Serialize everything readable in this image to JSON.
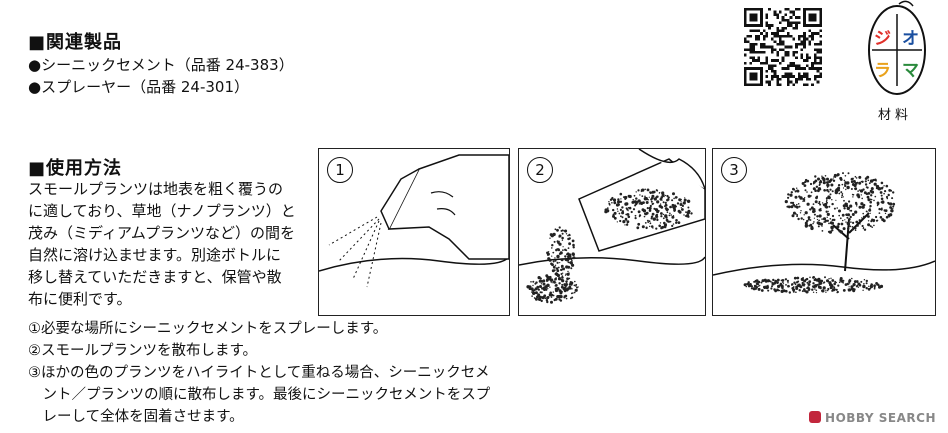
{
  "related": {
    "heading": "■関連製品",
    "items": [
      "●シーニックセメント（品番 24-383）",
      "●スプレーヤー（品番 24-301）"
    ]
  },
  "usage": {
    "heading": "■使用方法",
    "description": [
      "スモールプランツは地表を粗く覆うの",
      "に適しており、草地（ナノプランツ）と",
      "茂み（ミディアムプランツなど）の間を",
      "自然に溶け込ませます。別途ボトルに",
      "移し替えていただきますと、保管や散",
      "布に便利です。"
    ],
    "steps": [
      "①必要な場所にシーニックセメントをスプレーします。",
      "②スモールプランツを散布します。",
      "③ほかの色のプランツをハイライトとして重ねる場合、シーニックセメ",
      "　ント／プランツの順に散布します。最後にシーニックセメントをスプ",
      "　レーして全体を固着させます。"
    ]
  },
  "panels": [
    {
      "number": "1",
      "icon": "spray-bottle-illustration"
    },
    {
      "number": "2",
      "icon": "pouring-plants-illustration"
    },
    {
      "number": "3",
      "icon": "tree-with-plants-illustration"
    }
  ],
  "logo": {
    "characters": [
      "ジ",
      "オ",
      "ラ",
      "マ"
    ],
    "label": "材料",
    "colors": [
      "#e0302a",
      "#1a4fa0",
      "#e9a21c",
      "#2a8a3c"
    ]
  },
  "qr": {
    "icon": "qr-code-icon"
  },
  "watermark": "HOBBY SEARCH"
}
